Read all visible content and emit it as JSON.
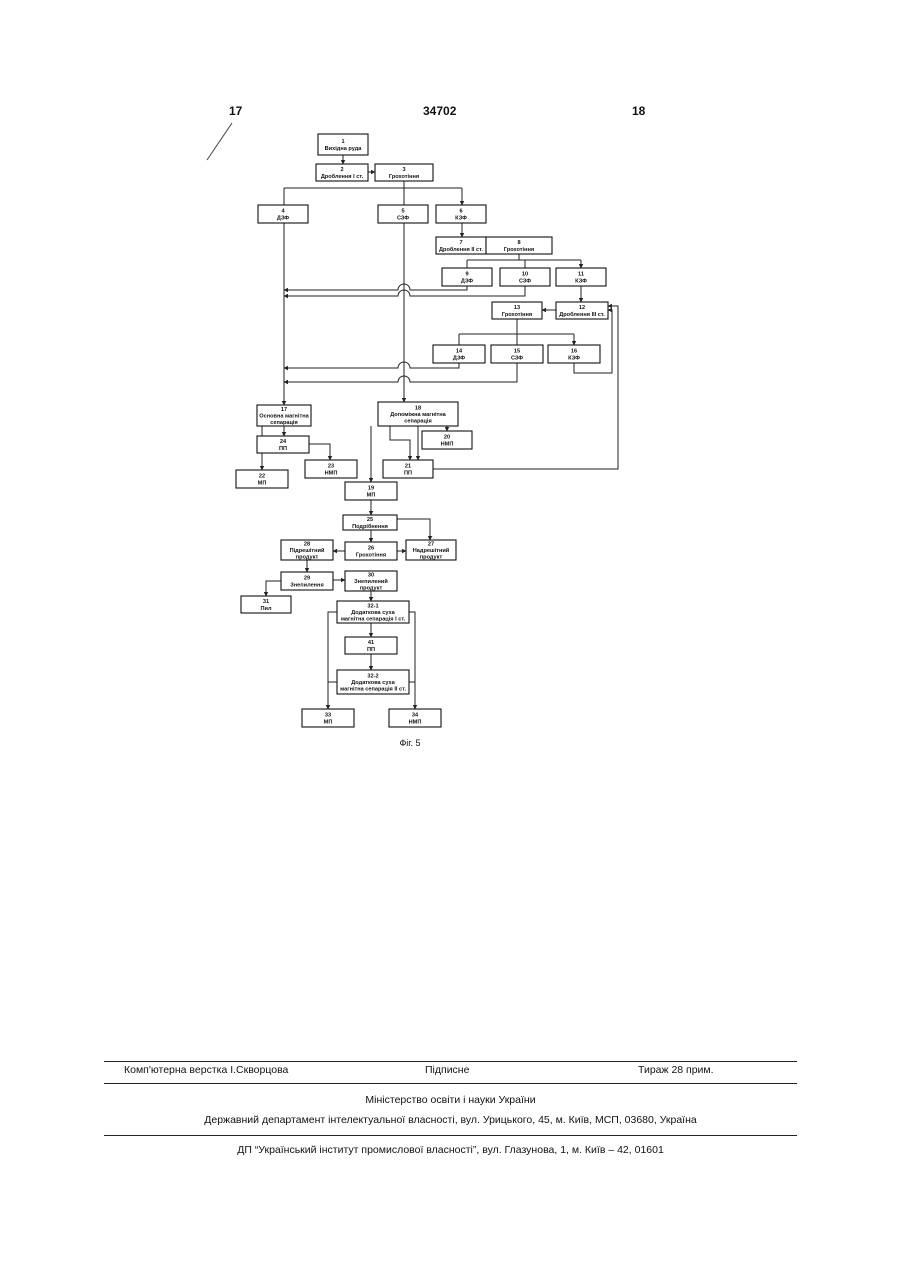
{
  "header": {
    "left_page": "17",
    "patent_number": "34702",
    "right_page": "18"
  },
  "figure": {
    "caption": "Фіг. 5",
    "boxes": [
      {
        "id": "b1",
        "lines": [
          "1",
          "Вихідна руда"
        ]
      },
      {
        "id": "b2",
        "lines": [
          "2",
          "Дроблення І ст."
        ]
      },
      {
        "id": "b3",
        "lines": [
          "3",
          "Грохотіння"
        ]
      },
      {
        "id": "b4",
        "lines": [
          "4",
          "ДЗФ"
        ]
      },
      {
        "id": "b5",
        "lines": [
          "5",
          "СЗФ"
        ]
      },
      {
        "id": "b6",
        "lines": [
          "6",
          "КЗФ"
        ]
      },
      {
        "id": "b7",
        "lines": [
          "7",
          "Дроблення ІІ ст."
        ]
      },
      {
        "id": "b8",
        "lines": [
          "8",
          "Грохотіння"
        ]
      },
      {
        "id": "b9",
        "lines": [
          "9",
          "ДЗФ"
        ]
      },
      {
        "id": "b10",
        "lines": [
          "10",
          "СЗФ"
        ]
      },
      {
        "id": "b11",
        "lines": [
          "11",
          "КЗФ"
        ]
      },
      {
        "id": "b12",
        "lines": [
          "12",
          "Дроблення ІІІ ст."
        ]
      },
      {
        "id": "b13",
        "lines": [
          "13",
          "Грохотіння"
        ]
      },
      {
        "id": "b14",
        "lines": [
          "14",
          "ДЗФ"
        ]
      },
      {
        "id": "b15",
        "lines": [
          "15",
          "СЗФ"
        ]
      },
      {
        "id": "b16",
        "lines": [
          "16",
          "КЗФ"
        ]
      },
      {
        "id": "b17",
        "lines": [
          "17",
          "Основна магнітна",
          "сепарація"
        ]
      },
      {
        "id": "b18",
        "lines": [
          "18",
          "Допоміжна магнітна",
          "сепарація"
        ]
      },
      {
        "id": "b20",
        "lines": [
          "20",
          "НМП"
        ]
      },
      {
        "id": "b24",
        "lines": [
          "24",
          "ПП"
        ]
      },
      {
        "id": "b22",
        "lines": [
          "22",
          "МП"
        ]
      },
      {
        "id": "b23",
        "lines": [
          "23",
          "НМП"
        ]
      },
      {
        "id": "b21",
        "lines": [
          "21",
          "ПП"
        ]
      },
      {
        "id": "b19",
        "lines": [
          "19",
          "МП"
        ]
      },
      {
        "id": "b25",
        "lines": [
          "25",
          "Подрібнення"
        ]
      },
      {
        "id": "b28",
        "lines": [
          "28",
          "Підрешітний",
          "продукт"
        ]
      },
      {
        "id": "b26",
        "lines": [
          "26",
          "Грохотіння"
        ]
      },
      {
        "id": "b27",
        "lines": [
          "27",
          "Надрешітний",
          "продукт"
        ]
      },
      {
        "id": "b29",
        "lines": [
          "29",
          "Знепилення"
        ]
      },
      {
        "id": "b30",
        "lines": [
          "30",
          "Знепилений",
          "продукт"
        ]
      },
      {
        "id": "b31",
        "lines": [
          "31",
          "Пил"
        ]
      },
      {
        "id": "b321",
        "lines": [
          "32-1",
          "Додаткова суха",
          "магнітна сепарація І ст."
        ]
      },
      {
        "id": "b41",
        "lines": [
          "41",
          "ПП"
        ]
      },
      {
        "id": "b322",
        "lines": [
          "32-2",
          "Додаткова суха",
          "магнітна сепарація ІІ ст."
        ]
      },
      {
        "id": "b33",
        "lines": [
          "33",
          "МП"
        ]
      },
      {
        "id": "b34",
        "lines": [
          "34",
          "НМП"
        ]
      }
    ]
  },
  "imprint": {
    "typesetting": "Комп'ютерна верстка І.Скворцова",
    "signed": "Підписне",
    "circulation": "Тираж 28 прим.",
    "ministry": "Міністерство освіти і науки України",
    "department": "Державний департамент інтелектуальної власності, вул. Урицького, 45, м. Київ, МСП, 03680, Україна",
    "institute": "ДП “Український інститут промислової власності”, вул. Глазунова, 1, м. Київ – 42, 01601"
  }
}
